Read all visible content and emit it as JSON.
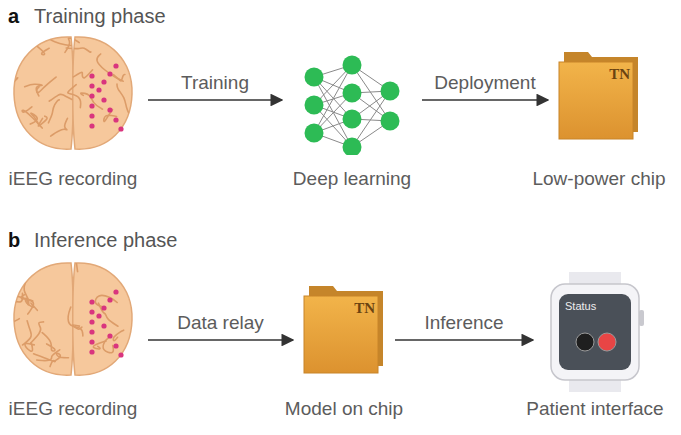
{
  "diagram": {
    "nodes": [
      {
        "text": [
          "iEEG recording"
        ]
      },
      {
        "text": [
          "Deep learning"
        ]
      },
      {
        "text": [
          "TN",
          "Low-power chip"
        ]
      },
      {
        "text": [
          "iEEG recording"
        ]
      },
      {
        "text": [
          "TN",
          "Model on chip"
        ]
      },
      {
        "text": [
          "Status",
          "Patient interface"
        ]
      }
    ],
    "edges": [
      {
        "from": 0,
        "to": 1,
        "label": "Training",
        "arrow": "to"
      },
      {
        "from": 1,
        "to": 2,
        "label": "Deployment",
        "arrow": "to"
      },
      {
        "from": 3,
        "to": 4,
        "label": "Data relay",
        "arrow": "to"
      },
      {
        "from": 4,
        "to": 5,
        "label": "Inference",
        "arrow": "to"
      }
    ],
    "labels": [
      "a",
      "Training phase",
      "b",
      "Inference phase"
    ]
  }
}
